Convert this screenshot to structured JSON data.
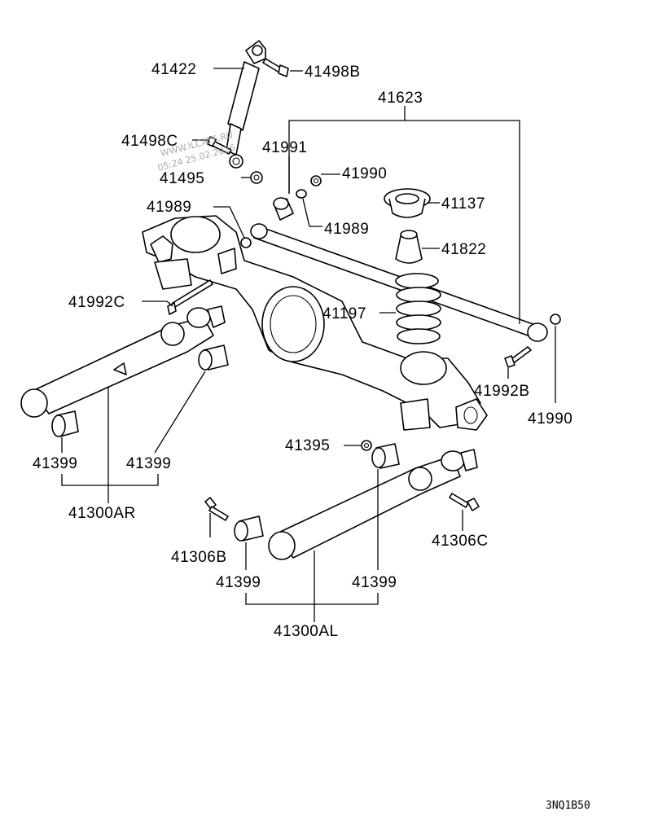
{
  "diagram": {
    "labels": {
      "p41422": "41422",
      "p41498B": "41498B",
      "p41623": "41623",
      "p41498C": "41498C",
      "p41991": "41991",
      "p41495": "41495",
      "p41990_top": "41990",
      "p41989_left": "41989",
      "p41137": "41137",
      "p41989_right": "41989",
      "p41822": "41822",
      "p41992C": "41992C",
      "p41197": "41197",
      "p41992B": "41992B",
      "p41990_right": "41990",
      "p41399_a": "41399",
      "p41399_b": "41399",
      "p41300AR": "41300AR",
      "p41395": "41395",
      "p41306C": "41306C",
      "p41306B": "41306B",
      "p41399_c": "41399",
      "p41399_d": "41399",
      "p41300AL": "41300AL"
    },
    "watermark_line1": "WWW.ILCATS.RU",
    "watermark_line2": "05:24 25.02.2026",
    "figure_code": "3NQ1B50"
  }
}
